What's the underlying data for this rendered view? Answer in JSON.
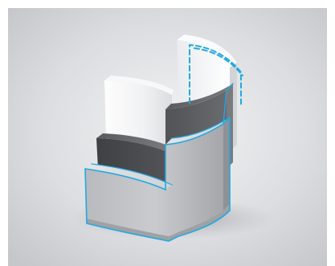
{
  "scene": {
    "subject": "layered-curved-wall-illustration",
    "layers": [
      {
        "name": "inner-panel",
        "color": "#f1f2f4"
      },
      {
        "name": "middle-panel",
        "color": "#4e4f53"
      },
      {
        "name": "outer-panel",
        "color": "#c3c5c9"
      }
    ],
    "background_center_color": "#f2f3f4",
    "background_edge_color": "#c9cacc",
    "highlight_color": "#21a9e1",
    "outline_style": "dashed-highlight"
  }
}
